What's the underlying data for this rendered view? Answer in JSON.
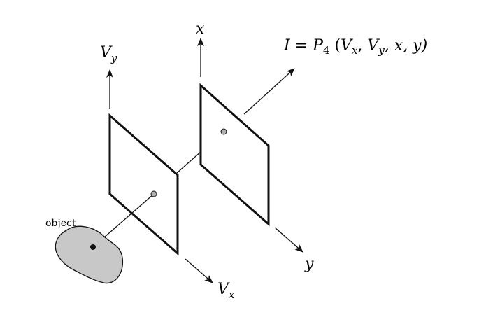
{
  "labels": {
    "x": "x",
    "y": "y",
    "vy_main": "V",
    "vy_sub": "y",
    "vx_main": "V",
    "vx_sub": "x",
    "object": "object",
    "formula": {
      "I": "I",
      "eq": " = ",
      "P": "P",
      "P_sub": "4",
      "open": " (",
      "V1": "V",
      "V1_sub": "x",
      "comma1": ", ",
      "V2": "V",
      "V2_sub": "y",
      "rest": ", x, y)"
    }
  },
  "colors": {
    "line": "#111111",
    "object_fill": "#c8c8c8",
    "point_fill": "#b0b0b0"
  }
}
